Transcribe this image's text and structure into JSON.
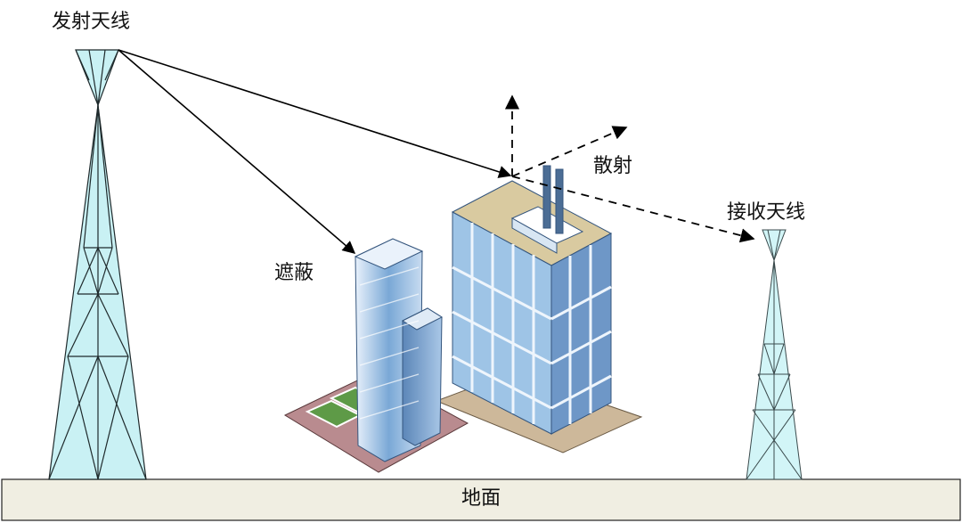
{
  "labels": {
    "transmit_antenna": "发射天线",
    "receive_antenna": "接收天线",
    "shielding": "遮蔽",
    "scattering": "散射",
    "ground": "地面"
  },
  "colors": {
    "tower_fill": "#c9f1f4",
    "tower_stroke": "#1f2a2c",
    "ground_fill": "#f0eee2",
    "building_glass": "#9ec4e6",
    "building_frame": "#dbe8f4",
    "plaza_fill": "#b98b8f",
    "roof_fill": "#d9caa0"
  },
  "icons": [
    "transmit-tower-icon",
    "receive-tower-icon",
    "office-building-icon",
    "skyscraper-icon"
  ]
}
